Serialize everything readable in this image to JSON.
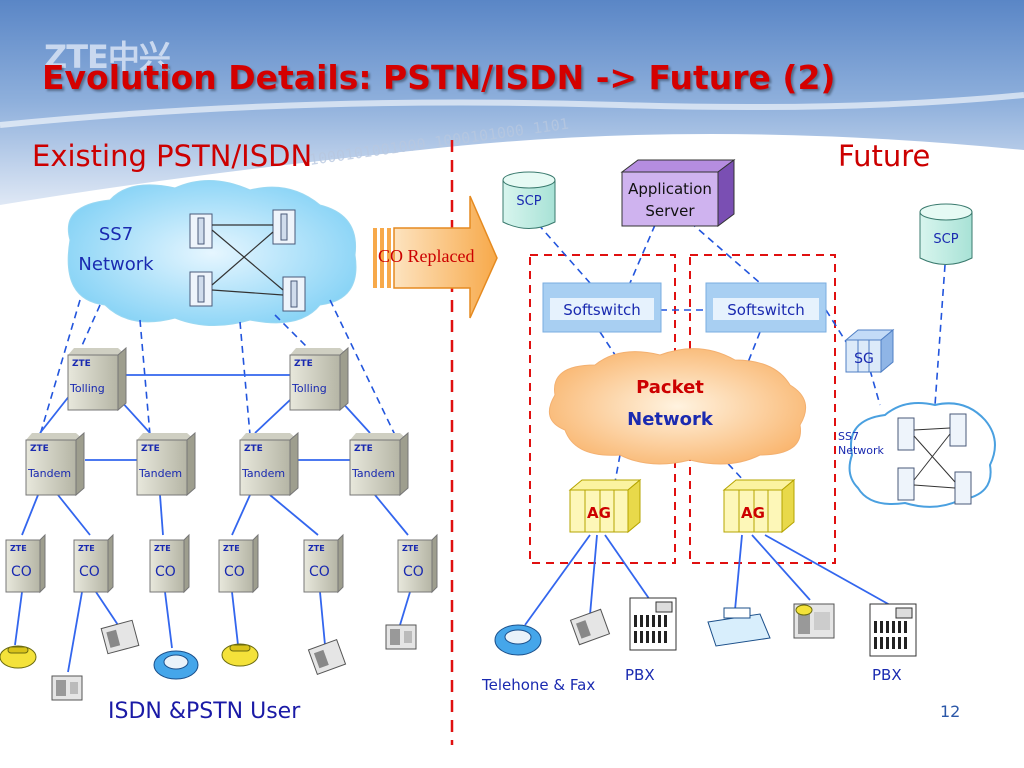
{
  "logo": "ZTE中兴",
  "title": "Evolution Details: PSTN/ISDN -> Future (2)",
  "left_heading": "Existing PSTN/ISDN",
  "right_heading": "Future",
  "ss7_cloud": {
    "line1": "SS7",
    "line2": "Network"
  },
  "arrow_label": "CO Replaced",
  "tolling_label": "Tolling",
  "tandem_label": "Tandem",
  "co_label": "CO",
  "zte_tag": "ZTE",
  "user_label": "ISDN &PSTN User",
  "future": {
    "scp_label": "SCP",
    "app_server": {
      "line1": "Application",
      "line2": "Server"
    },
    "softswitch_label": "Softswitch",
    "packet_network": {
      "line1": "Packet",
      "line2": "Network"
    },
    "sg_label": "SG",
    "ss7_small": {
      "line1": "SS7",
      "line2": "Network"
    },
    "ag_label": "AG",
    "pbx_label": "PBX",
    "tel_fax_label": "Telehone & Fax"
  },
  "page_number": "12",
  "colors": {
    "title": "#d40000",
    "heading": "#cc0000",
    "link": "#3366ee",
    "dashed_red": "#e01010"
  }
}
